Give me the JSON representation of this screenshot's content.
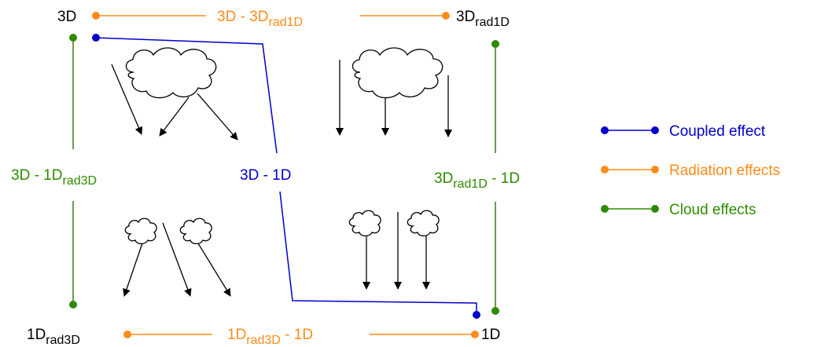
{
  "colors": {
    "coupled": "#0000cc",
    "radiation": "#ff8c1a",
    "cloud": "#2e8b00",
    "cloud_line": "#3a7a1a",
    "text": "#000000"
  },
  "corners": {
    "top_left": {
      "base": "3D",
      "sub": ""
    },
    "top_right": {
      "base": "3D",
      "sub": "rad1D"
    },
    "bottom_left": {
      "base": "1D",
      "sub": "rad3D"
    },
    "bottom_right": {
      "base": "1D",
      "sub": ""
    }
  },
  "edges": {
    "top": {
      "a": "3D - 3D",
      "a_sub": "rad1D",
      "b": ""
    },
    "bottom": {
      "a": "1D",
      "a_sub": "rad3D",
      "b": " - 1D"
    },
    "left": {
      "a": "3D - 1D",
      "a_sub": "rad3D",
      "b": ""
    },
    "right": {
      "a": "3D",
      "a_sub": "rad1D",
      "b": " - 1D"
    },
    "diagonal": {
      "a": "3D - 1D"
    }
  },
  "legend": [
    {
      "label": "Coupled effect",
      "color": "#0000cc"
    },
    {
      "label": "Radiation effects",
      "color": "#ff8c1a"
    },
    {
      "label": "Cloud effects",
      "color": "#2e8b00"
    }
  ]
}
